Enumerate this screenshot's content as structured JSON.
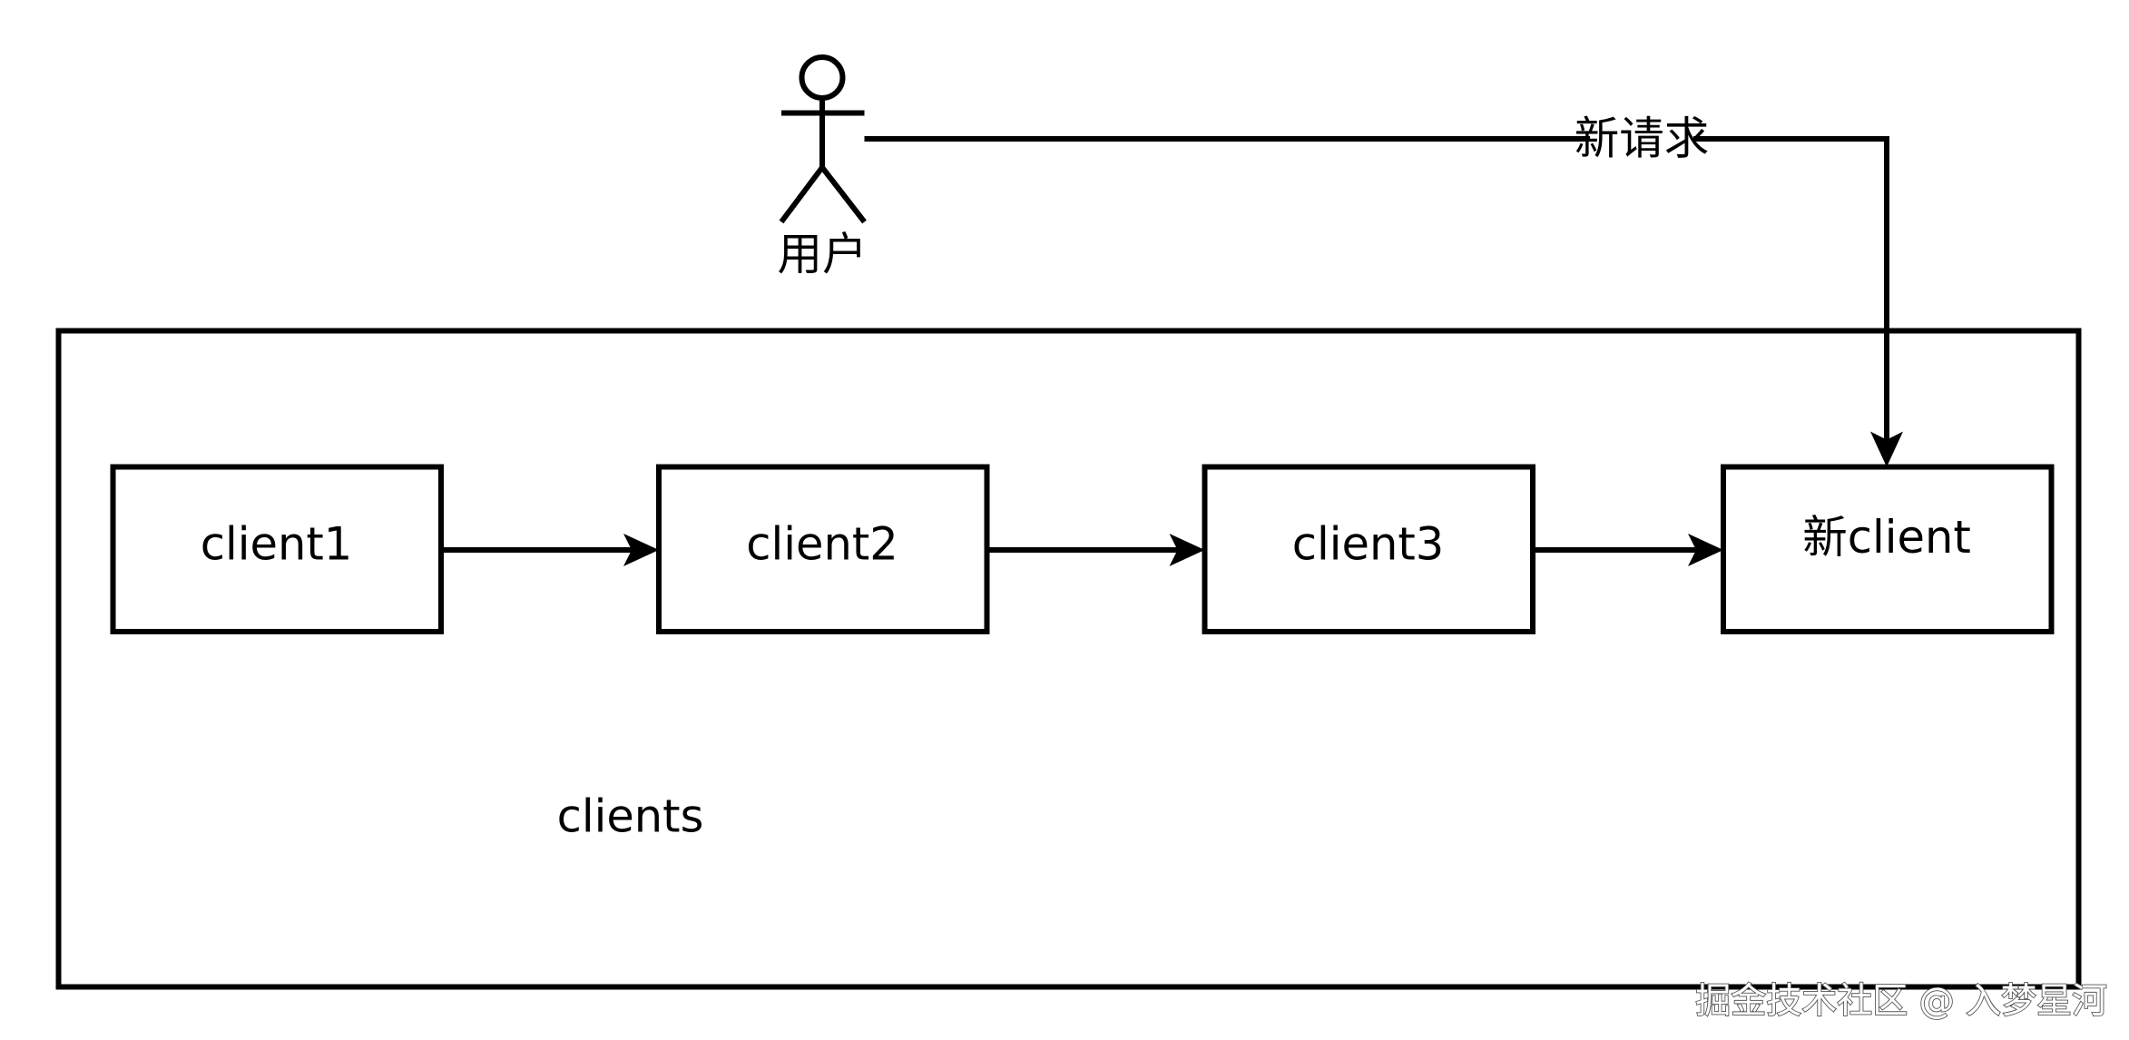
{
  "nodes": {
    "client1": "client1",
    "client2": "client2",
    "client3": "client3",
    "new_client": "新client"
  },
  "container": {
    "label": "clients"
  },
  "actor": {
    "label": "用户"
  },
  "edges": {
    "request_label": "新请求"
  },
  "watermark": "掘金技术社区 @ 入梦星河",
  "colors": {
    "stroke": "#000000",
    "background": "#ffffff"
  }
}
